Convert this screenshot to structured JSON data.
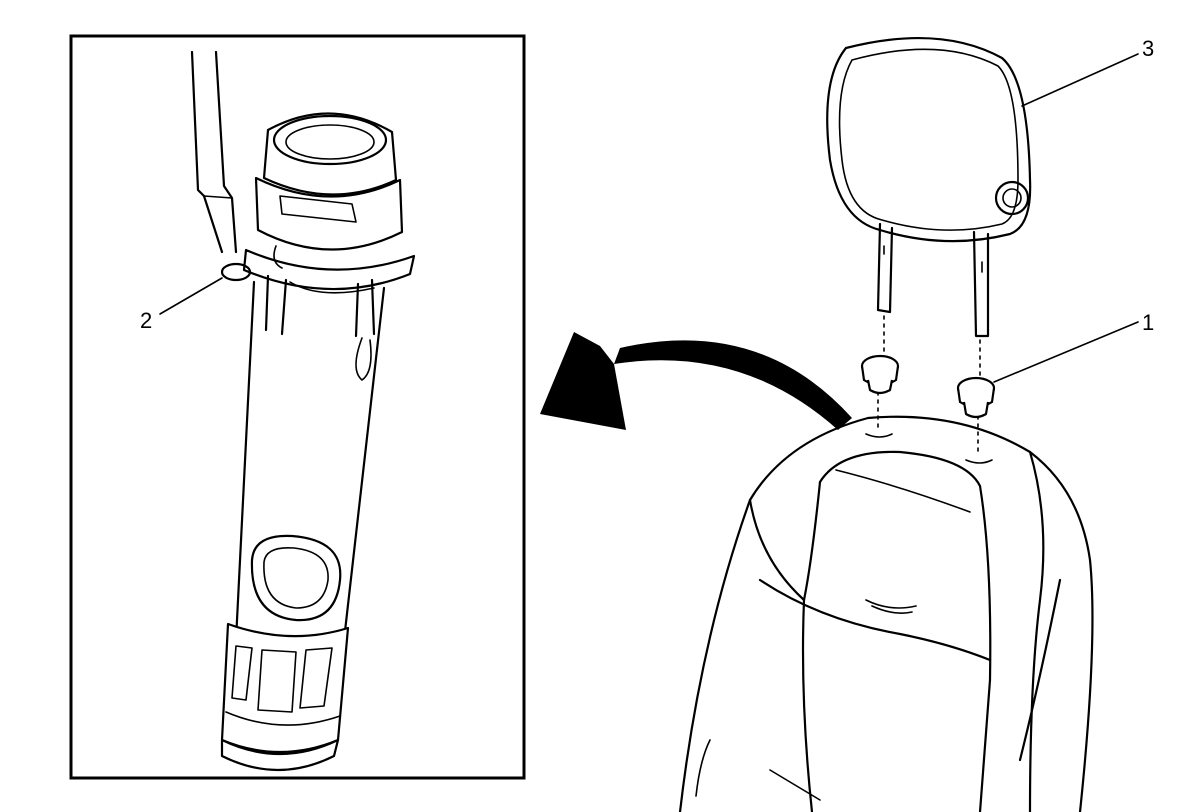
{
  "diagram": {
    "callouts": [
      {
        "id": "1",
        "label": "1",
        "refers_to": "headrest-guide-sleeve"
      },
      {
        "id": "2",
        "label": "2",
        "refers_to": "guide-sleeve-release-tab"
      },
      {
        "id": "3",
        "label": "3",
        "refers_to": "headrest"
      }
    ],
    "colors": {
      "line": "#000000",
      "background": "#ffffff"
    },
    "icons": [
      "arrow-curved-left-icon",
      "screwdriver-icon"
    ]
  }
}
